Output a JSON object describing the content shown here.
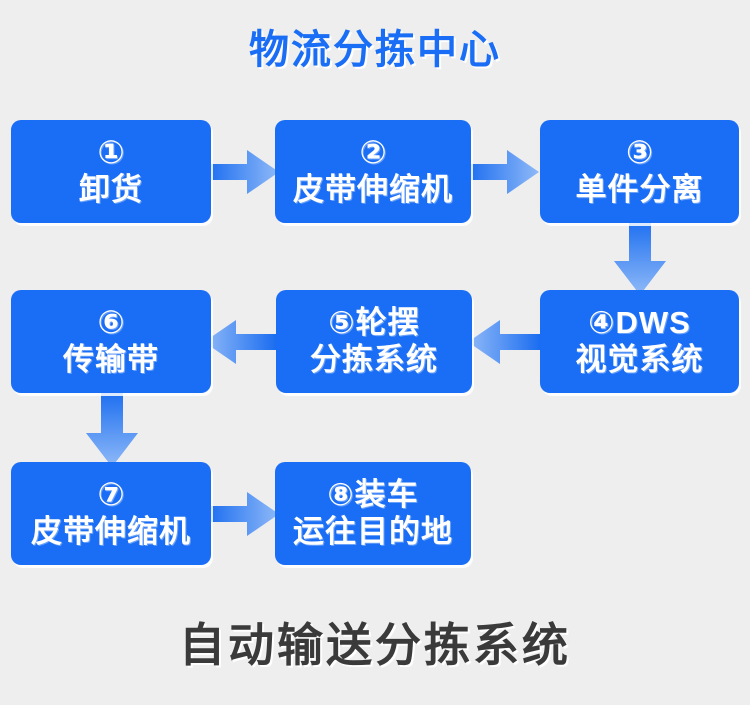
{
  "titles": {
    "top": "物流分拣中心",
    "bottom": "自动输送分拣系统"
  },
  "colors": {
    "background": "#eeeeee",
    "node_blue": "#1a6ef5",
    "title_blue": "#1a6ef5",
    "bottom_title_gray": "#3a3a3a",
    "arrow_dark": "#1569f0",
    "arrow_light": "#8fb9f7",
    "node_text": "#ffffff"
  },
  "nodes": [
    {
      "id": "1",
      "marker": "①",
      "line1": "①",
      "line2": "卸货",
      "full": "①卸货"
    },
    {
      "id": "2",
      "marker": "②",
      "line1": "②",
      "line2": "皮带伸缩机",
      "full": "②皮带伸缩机"
    },
    {
      "id": "3",
      "marker": "③",
      "line1": "③",
      "line2": "单件分离",
      "full": "③单件分离"
    },
    {
      "id": "4",
      "marker": "④",
      "line1": "④DWS",
      "line2": "视觉系统",
      "full": "④DWS视觉系统"
    },
    {
      "id": "5",
      "marker": "⑤",
      "line1": "⑤轮摆",
      "line2": "分拣系统",
      "full": "⑤轮摆分拣系统"
    },
    {
      "id": "6",
      "marker": "⑥",
      "line1": "⑥",
      "line2": "传输带",
      "full": "⑥传输带"
    },
    {
      "id": "7",
      "marker": "⑦",
      "line1": "⑦",
      "line2": "皮带伸缩机",
      "full": "⑦皮带伸缩机"
    },
    {
      "id": "8",
      "marker": "⑧",
      "line1": "⑧装车",
      "line2": "运往目的地",
      "full": "⑧装车运往目的地"
    }
  ],
  "arrows": [
    {
      "id": "1-2",
      "from": "1",
      "to": "2",
      "direction": "right"
    },
    {
      "id": "2-3",
      "from": "2",
      "to": "3",
      "direction": "right"
    },
    {
      "id": "3-4",
      "from": "3",
      "to": "4",
      "direction": "down"
    },
    {
      "id": "4-5",
      "from": "4",
      "to": "5",
      "direction": "left"
    },
    {
      "id": "5-6",
      "from": "5",
      "to": "6",
      "direction": "left"
    },
    {
      "id": "6-7",
      "from": "6",
      "to": "7",
      "direction": "down"
    },
    {
      "id": "7-8",
      "from": "7",
      "to": "8",
      "direction": "right"
    }
  ]
}
